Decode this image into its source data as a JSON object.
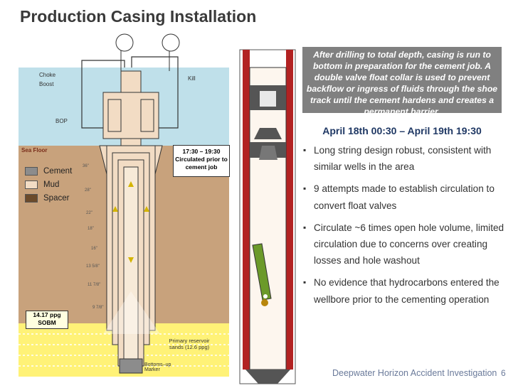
{
  "title": "Production Casing Installation",
  "callout": "After drilling to total depth, casing is run to bottom in preparation for the cement job.  A double valve float collar is used to prevent backflow or ingress of fluids through the shoe track until the cement hardens and creates a permanent barrier.",
  "date_range": "April 18th 00:30 – April 19th 19:30",
  "bullets": [
    "Long string design robust, consistent with similar wells in the area",
    "9 attempts made to establish circulation to convert float valves",
    "Circulate ~6 times open hole volume, limited circulation due to concerns over creating losses and hole washout",
    "No evidence that hydrocarbons entered the wellbore prior to the cementing operation"
  ],
  "footer": "Deepwater Horizon Accident Investigation",
  "page_number": "6",
  "diagram": {
    "choke": "Choke",
    "boost": "Boost",
    "kill": "Kill",
    "bop": "BOP",
    "sea_floor": "Sea Floor",
    "time_note": "17:30 – 19:30 Circulated prior to cement job",
    "mud_weight": "14.17 ppg SOBM",
    "reservoir": "Primary reservoir sands (12.6 ppg)",
    "bottoms_up": "Bottoms–up Marker",
    "casing_sizes": [
      "36\"",
      "28\"",
      "22\"",
      "18\"",
      "16\"",
      "13 5/8\"",
      "11 7/8\"",
      "9 7/8\""
    ],
    "legend": [
      {
        "label": "Cement",
        "color": "#8c8c8c"
      },
      {
        "label": "Mud",
        "color": "#f2dcc4"
      },
      {
        "label": "Spacer",
        "color": "#6b4a2a"
      }
    ]
  },
  "colors": {
    "sea": "#bfe0ea",
    "formation": "#c8a27c",
    "reservoir": "#ffef5a",
    "callout_bg": "#808080",
    "date_text": "#1f3864"
  }
}
